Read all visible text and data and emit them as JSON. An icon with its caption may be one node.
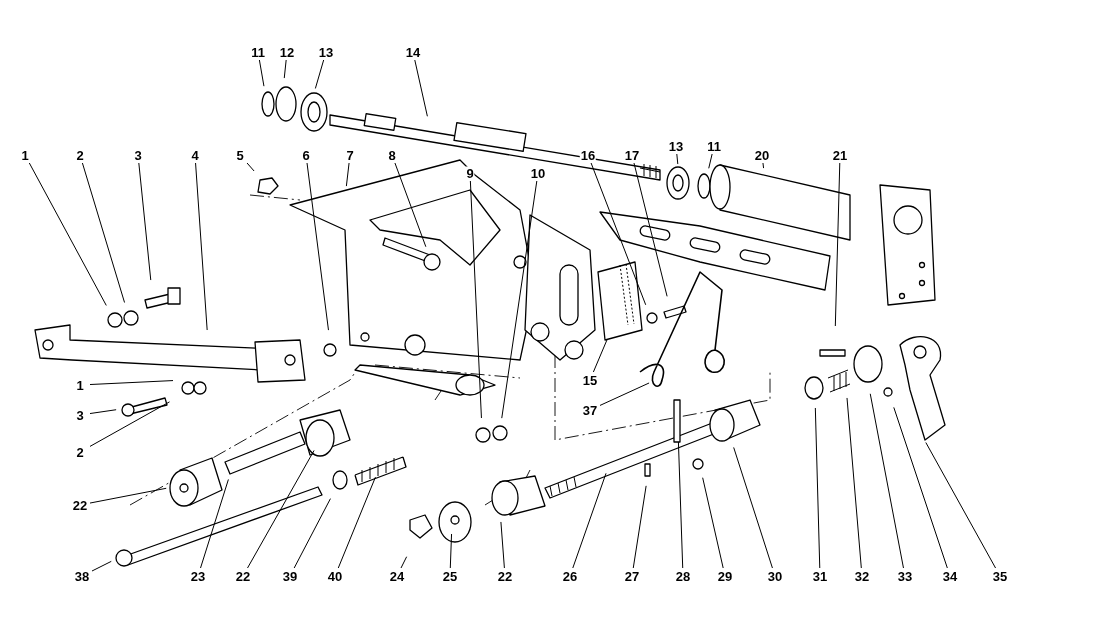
{
  "diagram": {
    "nodes": [
      {
        "text": [
          "11"
        ]
      },
      {
        "text": [
          "12"
        ]
      },
      {
        "text": [
          "13"
        ]
      },
      {
        "text": [
          "14"
        ]
      },
      {
        "text": [
          "1"
        ]
      },
      {
        "text": [
          "2"
        ]
      },
      {
        "text": [
          "3"
        ]
      },
      {
        "text": [
          "4"
        ]
      },
      {
        "text": [
          "5"
        ]
      },
      {
        "text": [
          "6"
        ]
      },
      {
        "text": [
          "7"
        ]
      },
      {
        "text": [
          "8"
        ]
      },
      {
        "text": [
          "9"
        ]
      },
      {
        "text": [
          "10"
        ]
      },
      {
        "text": [
          "16"
        ]
      },
      {
        "text": [
          "17"
        ]
      },
      {
        "text": [
          "13"
        ]
      },
      {
        "text": [
          "11"
        ]
      },
      {
        "text": [
          "20"
        ]
      },
      {
        "text": [
          "21"
        ]
      },
      {
        "text": [
          "1"
        ]
      },
      {
        "text": [
          "15"
        ]
      },
      {
        "text": [
          "37"
        ]
      },
      {
        "text": [
          "3"
        ]
      },
      {
        "text": [
          "2"
        ]
      },
      {
        "text": [
          "22"
        ]
      },
      {
        "text": [
          "38"
        ]
      },
      {
        "text": [
          "23"
        ]
      },
      {
        "text": [
          "22"
        ]
      },
      {
        "text": [
          "39"
        ]
      },
      {
        "text": [
          "40"
        ]
      },
      {
        "text": [
          "24"
        ]
      },
      {
        "text": [
          "25"
        ]
      },
      {
        "text": [
          "22"
        ]
      },
      {
        "text": [
          "26"
        ]
      },
      {
        "text": [
          "27"
        ]
      },
      {
        "text": [
          "28"
        ]
      },
      {
        "text": [
          "29"
        ]
      },
      {
        "text": [
          "30"
        ]
      },
      {
        "text": [
          "31"
        ]
      },
      {
        "text": [
          "32"
        ]
      },
      {
        "text": [
          "33"
        ]
      },
      {
        "text": [
          "34"
        ]
      },
      {
        "text": [
          "35"
        ]
      }
    ],
    "edges": [
      {
        "from": 0,
        "to": null,
        "arrow": "none"
      },
      {
        "from": 1,
        "to": null,
        "arrow": "none"
      },
      {
        "from": 2,
        "to": null,
        "arrow": "none"
      },
      {
        "from": 3,
        "to": null,
        "arrow": "none"
      },
      {
        "from": 4,
        "to": null,
        "arrow": "none"
      },
      {
        "from": 5,
        "to": null,
        "arrow": "none"
      },
      {
        "from": 6,
        "to": null,
        "arrow": "none"
      },
      {
        "from": 7,
        "to": null,
        "arrow": "none"
      },
      {
        "from": 8,
        "to": null,
        "arrow": "none"
      },
      {
        "from": 9,
        "to": null,
        "arrow": "none"
      },
      {
        "from": 10,
        "to": null,
        "arrow": "none"
      },
      {
        "from": 11,
        "to": null,
        "arrow": "none"
      },
      {
        "from": 12,
        "to": null,
        "arrow": "none"
      },
      {
        "from": 13,
        "to": null,
        "arrow": "none"
      },
      {
        "from": 14,
        "to": null,
        "arrow": "none"
      },
      {
        "from": 15,
        "to": null,
        "arrow": "none"
      },
      {
        "from": 16,
        "to": null,
        "arrow": "none"
      },
      {
        "from": 17,
        "to": null,
        "arrow": "none"
      },
      {
        "from": 18,
        "to": null,
        "arrow": "none"
      },
      {
        "from": 19,
        "to": null,
        "arrow": "none"
      },
      {
        "from": 20,
        "to": null,
        "arrow": "none"
      },
      {
        "from": 21,
        "to": null,
        "arrow": "none"
      },
      {
        "from": 22,
        "to": null,
        "arrow": "none"
      },
      {
        "from": 23,
        "to": null,
        "arrow": "none"
      },
      {
        "from": 24,
        "to": null,
        "arrow": "none"
      },
      {
        "from": 25,
        "to": null,
        "arrow": "none"
      },
      {
        "from": 26,
        "to": null,
        "arrow": "none"
      },
      {
        "from": 27,
        "to": null,
        "arrow": "none"
      },
      {
        "from": 28,
        "to": null,
        "arrow": "none"
      },
      {
        "from": 29,
        "to": null,
        "arrow": "none"
      },
      {
        "from": 30,
        "to": null,
        "arrow": "none"
      },
      {
        "from": 31,
        "to": null,
        "arrow": "none"
      },
      {
        "from": 32,
        "to": null,
        "arrow": "none"
      },
      {
        "from": 33,
        "to": null,
        "arrow": "none"
      },
      {
        "from": 34,
        "to": null,
        "arrow": "none"
      },
      {
        "from": 35,
        "to": null,
        "arrow": "none"
      },
      {
        "from": 36,
        "to": null,
        "arrow": "none"
      },
      {
        "from": 37,
        "to": null,
        "arrow": "none"
      },
      {
        "from": 38,
        "to": null,
        "arrow": "none"
      },
      {
        "from": 39,
        "to": null,
        "arrow": "none"
      },
      {
        "from": 40,
        "to": null,
        "arrow": "none"
      },
      {
        "from": 41,
        "to": null,
        "arrow": "none"
      },
      {
        "from": 42,
        "to": null,
        "arrow": "none"
      },
      {
        "from": 43,
        "to": null,
        "arrow": "none"
      }
    ]
  }
}
